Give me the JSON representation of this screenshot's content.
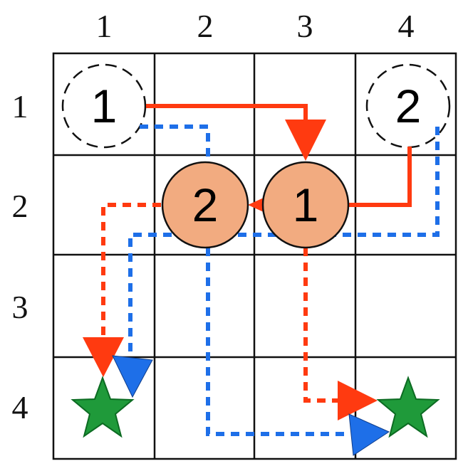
{
  "grid": {
    "rows": 4,
    "cols": 4,
    "col_labels": [
      "1",
      "2",
      "3",
      "4"
    ],
    "row_labels": [
      "1",
      "2",
      "3",
      "4"
    ]
  },
  "start_markers": [
    {
      "label": "1",
      "row": 1,
      "col": 1
    },
    {
      "label": "2",
      "row": 1,
      "col": 4
    }
  ],
  "agents": [
    {
      "label": "2",
      "row": 2,
      "col": 2
    },
    {
      "label": "1",
      "row": 2,
      "col": 3
    }
  ],
  "goals": [
    {
      "row": 4,
      "col": 1
    },
    {
      "row": 4,
      "col": 4
    }
  ],
  "colors": {
    "grid_line": "#111111",
    "red_path": "#ff3a10",
    "blue_path": "#1e6fe8",
    "agent_fill": "#f2ab80",
    "goal_fill": "#1f9a3a",
    "goal_stroke": "#0c6b22"
  }
}
